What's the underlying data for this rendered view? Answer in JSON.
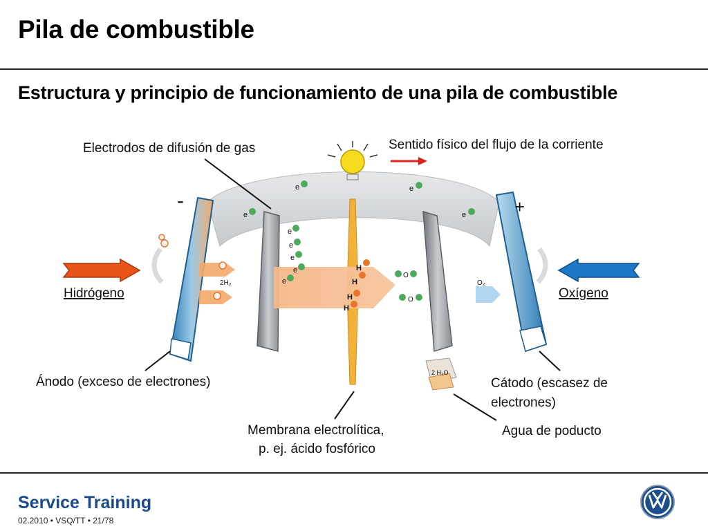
{
  "header": {
    "title": "Pila de combustible",
    "subtitle": "Estructura y principio de funcionamiento de una pila de combustible"
  },
  "diagram": {
    "labels": {
      "gas_electrodes": "Electrodos de difusión de gas",
      "current_direction": "Sentido físico del flujo de la corriente",
      "hydrogen": "Hidrógeno",
      "oxygen": "Oxígeno",
      "anode": "Ánodo (exceso de electrones)",
      "cathode_line1": "Cátodo (escasez de",
      "cathode_line2": "electrones)",
      "membrane_line1": "Membrana electrolítica,",
      "membrane_line2": "p. ej. ácido fosfórico",
      "water": "Agua de poducto",
      "minus": "-",
      "plus": "+"
    },
    "chem": {
      "electron": "e",
      "h2": "2H₂",
      "h": "H",
      "o": "O",
      "o2": "O₂",
      "h2o": "2 H₂O"
    },
    "colors": {
      "hydrogen_arrow": "#e8541a",
      "oxygen_arrow": "#1e78c8",
      "current_arrow": "#e02020",
      "membrane": "#f2b23a",
      "electron_ring": "#d8dadc",
      "lamp": "#f5dc1e"
    }
  },
  "footer": {
    "brand": "Service Training",
    "meta": "02.2010 • VSQ/TT • 21/78",
    "logo_text": "VW"
  }
}
